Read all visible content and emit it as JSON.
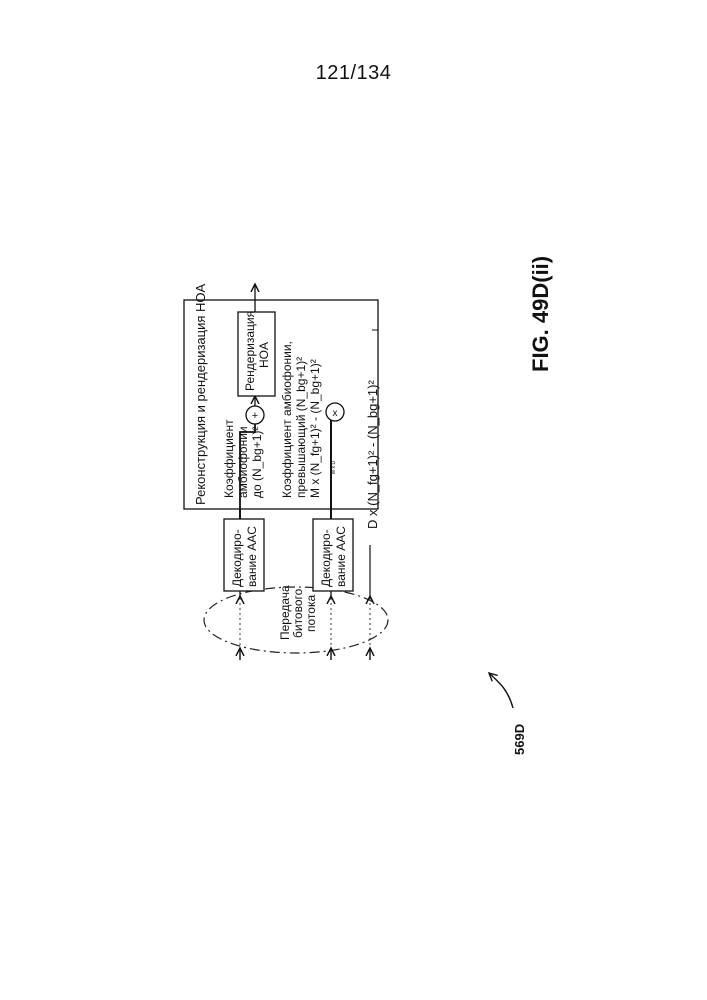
{
  "page_number": "121/134",
  "figure_label": "FIG. 49D(ii)",
  "reference_numeral": "569D",
  "bitstream_ellipse": {
    "line1": "Передача",
    "line2": "битового",
    "line3": "потока"
  },
  "aac_decoders": [
    {
      "line1": "Декодиро-",
      "line2": "вание AAC"
    },
    {
      "line1": "Декодиро-",
      "line2": "вание AAC"
    }
  ],
  "hoa_box": {
    "title": "Реконструкция и рендеризация HOA",
    "coef_low": {
      "line1": "Коэффициент",
      "line2": "амбиофонии",
      "line3": "до (N_bg+1)²"
    },
    "coef_high": {
      "line1": "Коэффициент амбиофонии,",
      "line2": "превышающий (N_bg+1)²",
      "line3": "M x (N_fg+1)² - (N_bg+1)²"
    },
    "render": {
      "line1": "Рендеризация",
      "line2": "HOA"
    },
    "mult_label": "M x D",
    "add_symbol": "+",
    "mult_symbol": "x"
  },
  "side_channel_label": "D x (N_fg+1)² - (N_bg+1)²"
}
